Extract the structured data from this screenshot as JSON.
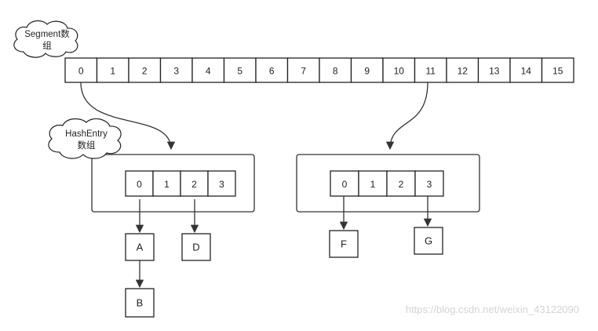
{
  "segment_label": {
    "line1": "Segment数",
    "line2": "组"
  },
  "hashentry_label": {
    "line1": "HashEntry",
    "line2": "数组"
  },
  "segment_cells": [
    "0",
    "1",
    "2",
    "3",
    "4",
    "5",
    "6",
    "7",
    "8",
    "9",
    "10",
    "11",
    "12",
    "13",
    "14",
    "15"
  ],
  "table_left_cells": [
    "0",
    "1",
    "2",
    "3"
  ],
  "table_right_cells": [
    "0",
    "1",
    "2",
    "3"
  ],
  "nodes": {
    "a": "A",
    "b": "B",
    "d": "D",
    "f": "F",
    "g": "G"
  },
  "watermark": "https://blog.csdn.net/weixin_43122090",
  "colors": {
    "stroke": "#222222",
    "watermark": "#d4d4d4"
  }
}
